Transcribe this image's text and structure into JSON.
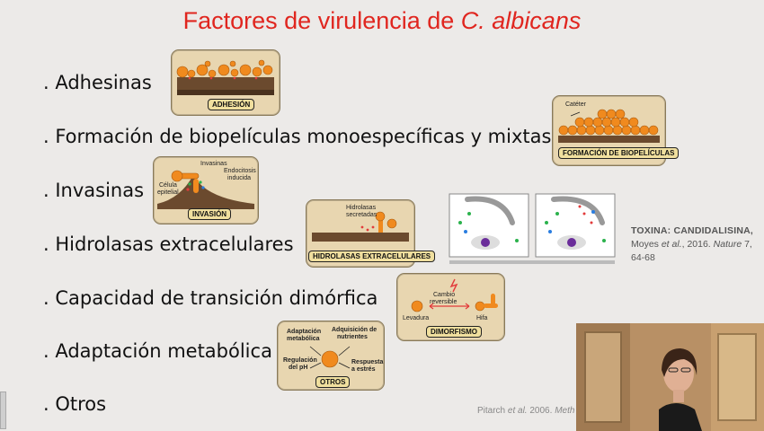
{
  "title": {
    "main": "Factores de virulencia de ",
    "italic": "C. albicans"
  },
  "bullets": [
    ". Adhesinas",
    ". Formación de biopelículas monoespecíficas y mixtas",
    ". Invasinas",
    ". Hidrolasas extracelulares",
    ". Capacidad de transición dimórfica",
    ". Adaptación metabólica",
    ". Otros"
  ],
  "figures": {
    "adhesion": {
      "label": "ADHESIÓN"
    },
    "biofilm": {
      "label": "FORMACIÓN DE BIOPELÍCULAS",
      "catheter": "Catéter"
    },
    "invasion": {
      "label": "INVASIÓN",
      "invasinas": "Invasinas",
      "endocitosis": "Endocitosis",
      "inducida": "inducida",
      "celula": "Célula",
      "epitelial": "epitelial"
    },
    "hidrolasas": {
      "label": "HIDROLASAS EXTRACELULARES",
      "text1": "Hidrolasas",
      "text2": "secretadas"
    },
    "dimorfismo": {
      "label": "DIMORFISMO",
      "cambio": "Cambio",
      "reversible": "reversible",
      "levadura": "Levadura",
      "hifa": "Hifa"
    },
    "otros": {
      "label": "OTROS",
      "adaptacion": "Adaptación",
      "metabolica": "metabólica",
      "adquisicion": "Adquisición de",
      "nutrientes": "nutrientes",
      "regulacion": "Regulación",
      "delph": "del pH",
      "respuesta": "Respuesta",
      "estres": "a estrés"
    }
  },
  "toxin": {
    "heading": "TOXINA: CANDIDALISINA,",
    "authors": "Moyes ",
    "etal": "et al.",
    "year": ", 2016. ",
    "journal": "Nature",
    "vol": " 7,",
    "pages": "64-68"
  },
  "citation": {
    "author": "Pitarch ",
    "etal": "et al.",
    "rest": " 2006. ",
    "journal": "Meth"
  },
  "colors": {
    "title": "#e0261f",
    "panel": "#e8d6b0",
    "label": "#f0df9e",
    "yeast": "#f08a1e"
  }
}
